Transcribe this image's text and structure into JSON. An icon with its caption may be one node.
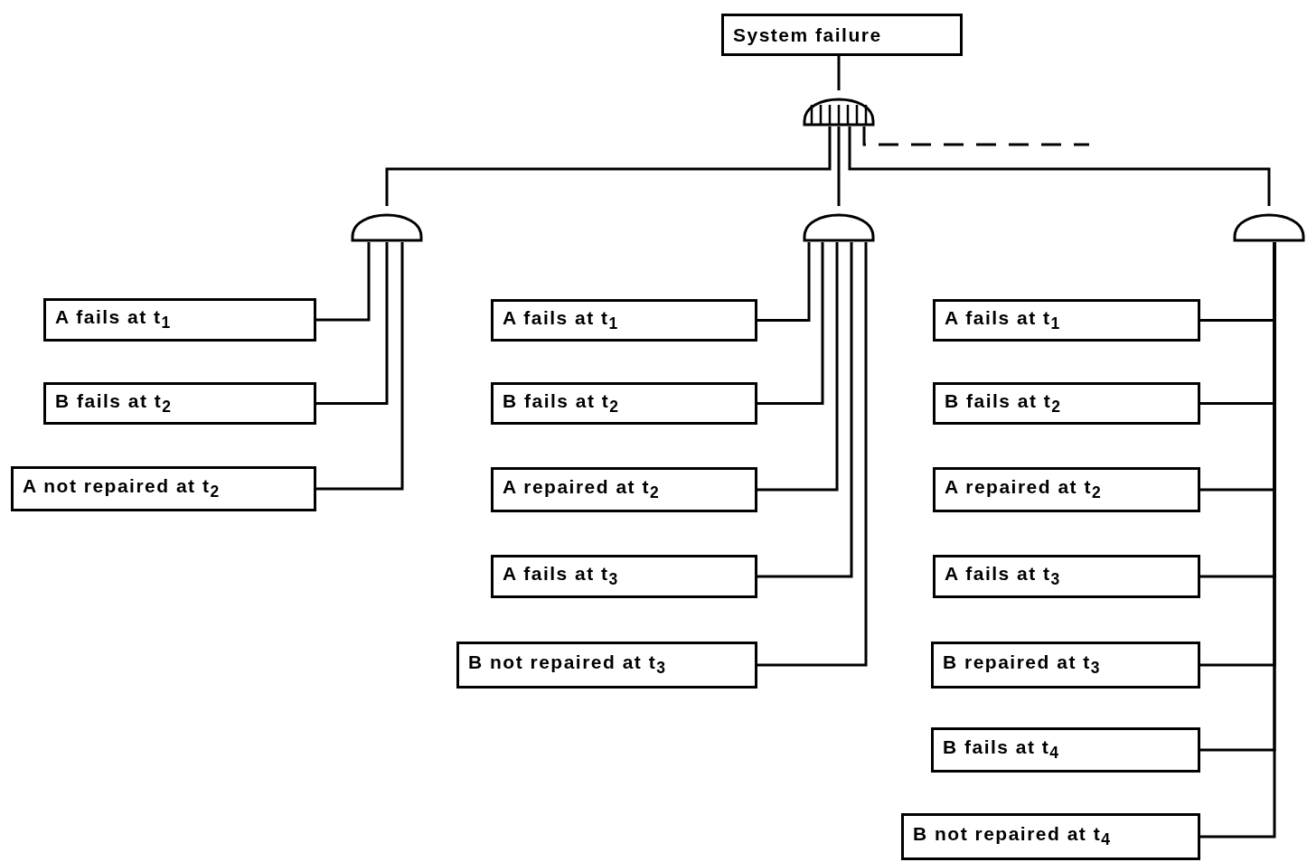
{
  "diagram": {
    "nodes": [
      {
        "text": [
          "System failure"
        ]
      },
      {
        "text": [],
        "shape": "gate"
      },
      {
        "text": [],
        "shape": "gate"
      },
      {
        "text": [],
        "shape": "gate"
      },
      {
        "text": [],
        "shape": "gate"
      },
      {
        "text": [
          "A fails at t$_{1}$"
        ]
      },
      {
        "text": [
          "B fails at t$_{2}$"
        ]
      },
      {
        "text": [
          "A not repaired at t$_{2}$"
        ]
      },
      {
        "text": [
          "A fails at t$_{1}$"
        ]
      },
      {
        "text": [
          "B fails at t$_{2}$"
        ]
      },
      {
        "text": [
          "A repaired at t$_{2}$"
        ]
      },
      {
        "text": [
          "A fails at t$_{3}$"
        ]
      },
      {
        "text": [
          "B not repaired at t$_{3}$"
        ]
      },
      {
        "text": [
          "A fails at t$_{1}$"
        ]
      },
      {
        "text": [
          "B fails at t$_{2}$"
        ]
      },
      {
        "text": [
          "A repaired at t$_{2}$"
        ]
      },
      {
        "text": [
          "A fails at t$_{3}$"
        ]
      },
      {
        "text": [
          "B repaired at t$_{3}$"
        ]
      },
      {
        "text": [
          "B fails at t$_{4}$"
        ]
      },
      {
        "text": [
          "B not repaired at t$_{4}$"
        ]
      }
    ],
    "edges": [
      {
        "from": 0,
        "to": 1,
        "arrow": "none"
      },
      {
        "from": 1,
        "to": 2,
        "arrow": "none"
      },
      {
        "from": 1,
        "to": 3,
        "arrow": "none"
      },
      {
        "from": 1,
        "to": 4,
        "arrow": "none"
      },
      {
        "from": 1,
        "to": null,
        "arrow": "none",
        "style": "dashed"
      },
      {
        "from": 5,
        "to": 2,
        "arrow": "none"
      },
      {
        "from": 6,
        "to": 2,
        "arrow": "none"
      },
      {
        "from": 7,
        "to": 2,
        "arrow": "none"
      },
      {
        "from": 8,
        "to": 3,
        "arrow": "none"
      },
      {
        "from": 9,
        "to": 3,
        "arrow": "none"
      },
      {
        "from": 10,
        "to": 3,
        "arrow": "none"
      },
      {
        "from": 11,
        "to": 3,
        "arrow": "none"
      },
      {
        "from": 12,
        "to": 3,
        "arrow": "none"
      },
      {
        "from": 13,
        "to": 4,
        "arrow": "none"
      },
      {
        "from": 14,
        "to": 4,
        "arrow": "none"
      },
      {
        "from": 15,
        "to": 4,
        "arrow": "none"
      },
      {
        "from": 16,
        "to": 4,
        "arrow": "none"
      },
      {
        "from": 17,
        "to": 4,
        "arrow": "none"
      },
      {
        "from": 18,
        "to": 4,
        "arrow": "none"
      },
      {
        "from": 19,
        "to": 4,
        "arrow": "none"
      }
    ]
  }
}
